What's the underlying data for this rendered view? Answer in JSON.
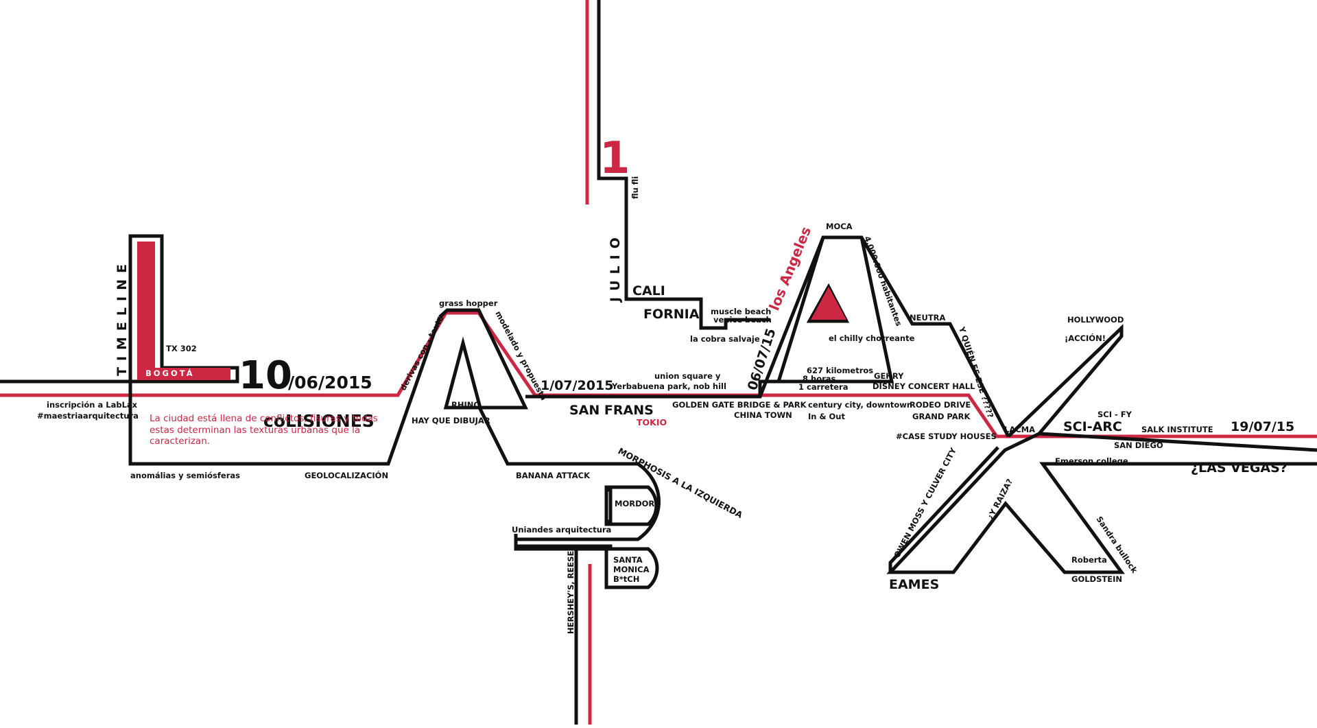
{
  "colors": {
    "ink": "#111111",
    "accent": "#cc2844",
    "background": "#ffffff"
  },
  "timeline_word": "TIMELINE",
  "julio_word": "JULIO",
  "day_one": "1",
  "flu": "flu fli",
  "bogota": "BOGOTÁ",
  "tx302": "TX 302",
  "date_start_day": "10",
  "date_start_rest": "/06/2015",
  "inscripcion": "inscripción a LabLax",
  "hashtag": "#maestriaarquitectura",
  "paragraph": "La ciudad está llena de conflictos, fisuras y todas estas determinan las texturas urbanas que la caracterizan.",
  "colisiones": "coLISIONES",
  "anomalias": "anomálias y semiósferas",
  "geolocalizacion": "GEOLOCALIZACIÓN",
  "derivas": "derivas con - texto",
  "grass_hopper": "grass hopper",
  "modelado": "modelado y propuesta",
  "rhino": "RHINO",
  "hay_que_dibujar": "HAY QUE DIBUJAR",
  "banana_attack": "BANANA ATTACK",
  "date_sf": "1/07/2015",
  "union_square": "union square y",
  "yerbabuena": "Yerbabuena park, nob hill",
  "san_frans": "SAN FRANS",
  "tokio": "TOKIO",
  "golden_gate": "GOLDEN GATE BRIDGE & PARK",
  "china_town": "CHINA TOWN",
  "cali": "CALI",
  "fornia": "FORNIA",
  "muscle_beach": "muscle beach",
  "venice_beach": "venice beach",
  "cobra": "la cobra salvaje",
  "los_angeles": "los Angeles",
  "date_la": "06/07/15",
  "moca": "MOCA",
  "habitantes": "4.000.000 habitantes",
  "chilly": "el chilly chorreante",
  "km": "627 kilometros",
  "horas": "8 horas",
  "carretera": "1 carretera",
  "century_city": "century city, downtown",
  "in_out": "In & Out",
  "gehry": "GEHRY",
  "disney": "DISNEY CONCERT HALL",
  "rodeo": "RODEO DRIVE",
  "grand_park": "GRAND PARK",
  "neutra": "NEUTRA",
  "quien_es": "Y QUIÉN ES ESE ?????",
  "case_study": "#CASE STUDY HOUSES",
  "lacma": "LACMA",
  "hollywood": "HOLLYWOOD",
  "accion": "¡ACCIÓN!",
  "sci_fy": "SCI - FY",
  "sci_arc": "SCI-ARC",
  "salk": "SALK INSTITUTE",
  "date_end": "19/07/15",
  "san_diego": "SAN DIEGO",
  "emerson": "Emerson college",
  "las_vegas": "¿LAS VEGAS?",
  "owen_moss": "OWEN MOSS Y CULVER CITY",
  "y_raiza": "¿Y RAIZA?",
  "sandra": "Sandra bullock",
  "roberta": "Roberta",
  "goldstein": "GOLDSTEIN",
  "eames": "EAMES",
  "morphosis": "MORPHOSIS A LA IZQUIERDA",
  "mordor": "MORDOR",
  "uniandes": "Uniandes arquitectura",
  "santa": "SANTA",
  "monica": "MONICA",
  "bitch": "B*tCH",
  "hersheys": "HERSHEY'S, REESES"
}
